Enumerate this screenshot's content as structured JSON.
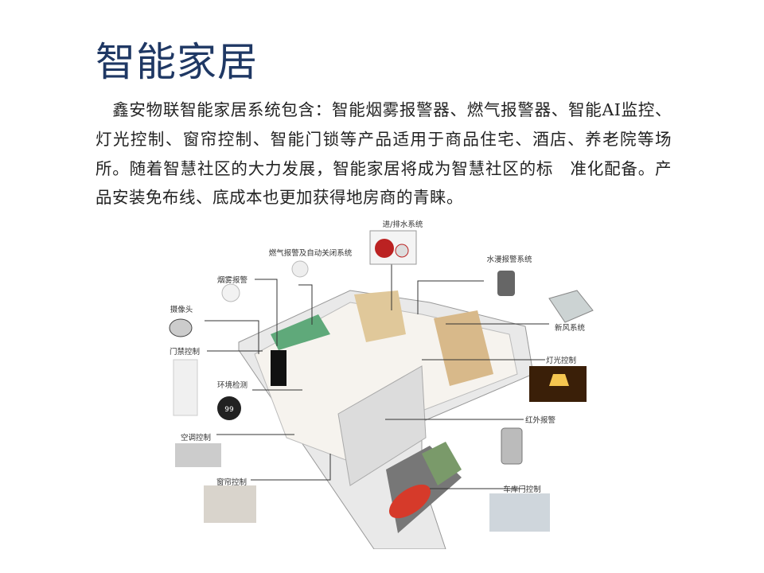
{
  "slide": {
    "title": "智能家居",
    "body": "　鑫安物联智能家居系统包含：智能烟雾报警器、燃气报警器、智能AI监控、灯光控制、窗帘控制、智能门锁等产品适用于商品住宅、酒店、养老院等场所。随着智慧社区的大力发展，智能家居将成为智慧社区的标　准化配备。产品安装免布线、底成本也更加获得地房商的青睐。"
  },
  "diagram": {
    "labels": {
      "water_pump": "进/排水系统",
      "gas_alarm": "燃气报警及自动关闭系统",
      "flood_alarm": "水漫报警系统",
      "smoke_alarm": "烟雾报警",
      "camera": "摄像头",
      "fresh_air": "新风系统",
      "access_control": "门禁控制",
      "light_control": "灯光控制",
      "env_monitor": "环境检测",
      "infrared_alarm": "红外报警",
      "ac_control": "空调控制",
      "curtain_control": "窗帘控制",
      "garage_door": "车库门控制"
    },
    "thermostat_reading": "99"
  }
}
